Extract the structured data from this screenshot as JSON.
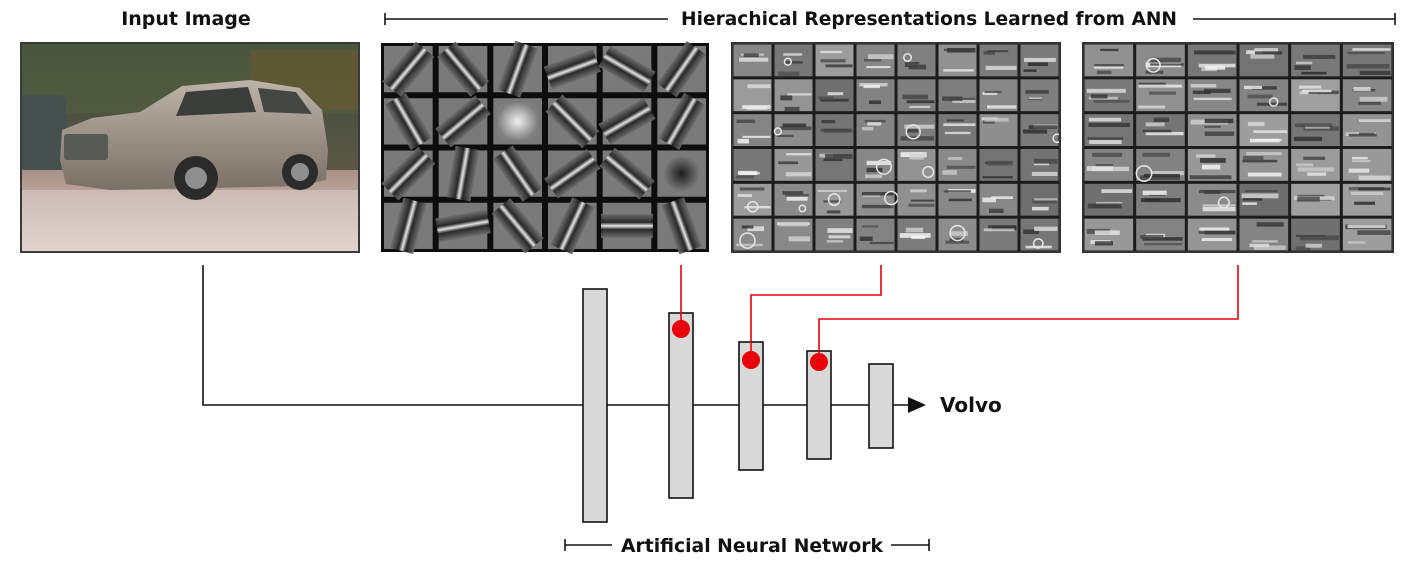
{
  "labels": {
    "input_image": "Input Image",
    "hierarchy": "Hierachical Representations Learned from ANN",
    "output": "Volvo",
    "network": "Artificial Neural Network"
  },
  "panels": [
    {
      "name": "input-image-panel",
      "kind": "photo",
      "subject": "silver SUV on a street"
    },
    {
      "name": "edge-features-panel",
      "kind": "feature-grid",
      "rows": 4,
      "cols": 6,
      "content": "oriented edge filters"
    },
    {
      "name": "part-features-panel",
      "kind": "feature-grid",
      "rows": 6,
      "cols": 8,
      "content": "car part features"
    },
    {
      "name": "object-features-panel",
      "kind": "feature-grid",
      "rows": 6,
      "cols": 6,
      "content": "whole car features"
    }
  ],
  "network": {
    "layer_count": 5
  },
  "colors": {
    "connector_red": "#e8000b",
    "layer_fill": "#d9d9d9",
    "line": "#111111"
  }
}
